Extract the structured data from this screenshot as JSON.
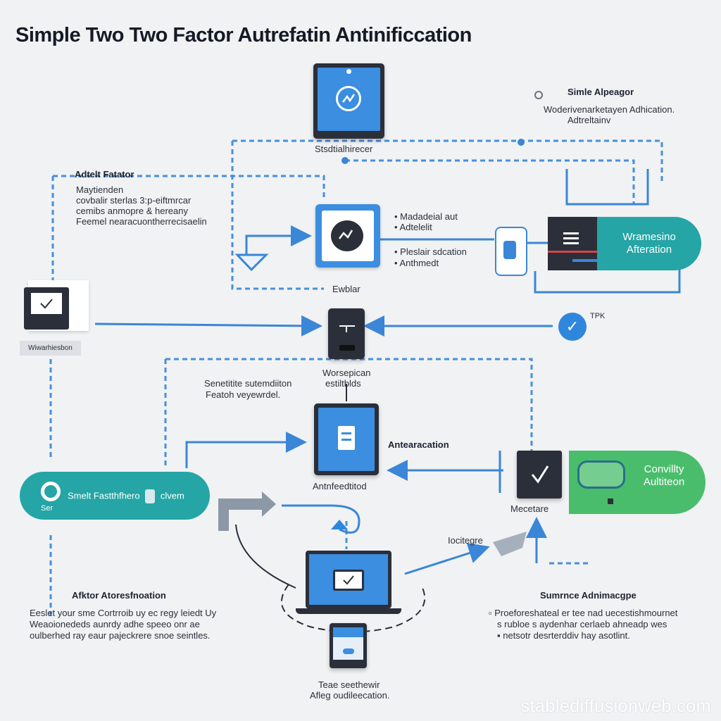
{
  "title": "Simple Two Two Factor Autrefatin Antinificcation",
  "top_device": {
    "caption": "Stsdtialhirecer"
  },
  "legend_top_right": {
    "title": "Simle Alpeagor",
    "line1": "Woderivenarketayen Adhication.",
    "line2": "Adtreltainv"
  },
  "left_block": {
    "heading": "Adtelt Fatator",
    "lines": [
      "Maytienden",
      "covbalir sterlas 3:p-eiftmrcar",
      "cemibs anmopre & hereany",
      "Feemel nearacuontherrecisaelin"
    ]
  },
  "center_phone": {
    "bullet1a": "Madadeial aut",
    "bullet1b": "Adtelelit",
    "bullet2a": "Pleslair sdcation",
    "bullet2b": "Anthmedt"
  },
  "top_right_pill": {
    "line1": "Wramesino",
    "line2": "Afteration"
  },
  "mid_label": "Ewblar",
  "check_label": "TPK",
  "left_laptop": {
    "caption": "Wiwarhiesbon"
  },
  "middle_device": {
    "caption1": "Worsepican",
    "caption2": "estiltblds"
  },
  "middle_left_text": {
    "line1": "Senetitite sutemdiiton",
    "line2": "Featoh veyewrdel."
  },
  "center_tablet": {
    "side_label": "Antearacation",
    "caption": "Antnfeedtitod"
  },
  "left_pill": {
    "label": "Smelt Fastthfhero",
    "suffix": "clvem",
    "sub": "Ser"
  },
  "right_device": {
    "caption": "Mecetare"
  },
  "right_pill": {
    "line1": "Convillty",
    "line2": "Aultiteon"
  },
  "laptop_label": "Iocitegre",
  "bottom_left": {
    "heading": "Afktor Atoresfnoation",
    "lines": [
      "Eeslet your sme Cortrroib uy ec regy leiedt Uy",
      "Weaoionededs aunrdy adhe speeo onr ae",
      "oulberhed ray eaur pajeckrere snoe seintles."
    ]
  },
  "bottom_right": {
    "heading": "Sumrnce Adnimacgpe",
    "lines": [
      "Proeforeshateal er tee nad uecestishmournet",
      "s rubloe s aydenhar cerlaeb ahneadp wes",
      "netsotr desrterddiv hay asotlint."
    ]
  },
  "bottom_center": {
    "line1": "Teae seethewir",
    "line2": "Afleg oudileecation."
  },
  "watermark": "stablediffusionweb.com",
  "colors": {
    "blue": "#3b8ee0",
    "dash": "#4a8fd8",
    "dark": "#2a2f3a",
    "teal": "#2aa8a8",
    "green": "#4bbf6a"
  }
}
